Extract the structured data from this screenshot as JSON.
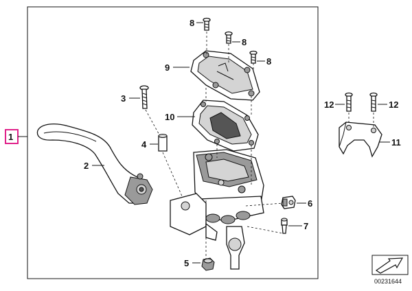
{
  "callouts": {
    "c1": "1",
    "c2": "2",
    "c3": "3",
    "c4": "4",
    "c5": "5",
    "c6": "6",
    "c7": "7",
    "c8a": "8",
    "c8b": "8",
    "c8c": "8",
    "c9": "9",
    "c10": "10",
    "c11": "11",
    "c12a": "12",
    "c12b": "12"
  },
  "diagram_ref": "00231644",
  "colors": {
    "frame": "#111111",
    "highlight": "#e0218a"
  },
  "icons": {
    "nav_arrow": "arrow-icon"
  }
}
